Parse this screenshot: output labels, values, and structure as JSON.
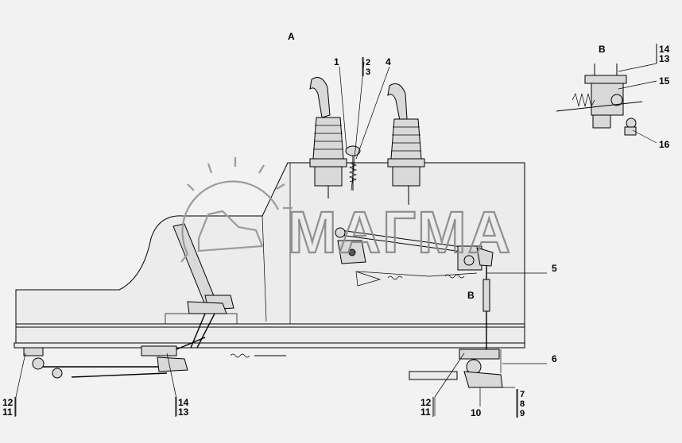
{
  "views": {
    "main": "A",
    "detail": "B",
    "arrow": "B"
  },
  "watermark": {
    "text": "МАГМА"
  },
  "callouts": {
    "c1": "1",
    "c2": "2",
    "c3": "3",
    "c4": "4",
    "c5": "5",
    "c6": "6",
    "c7": "7",
    "c8": "8",
    "c9": "9",
    "c10": "10",
    "c11a": "11",
    "c12a": "12",
    "c11b": "11",
    "c12b": "12",
    "c13a": "13",
    "c14a": "14",
    "c13b": "13",
    "c14b": "14",
    "c15": "15",
    "c16": "16"
  }
}
